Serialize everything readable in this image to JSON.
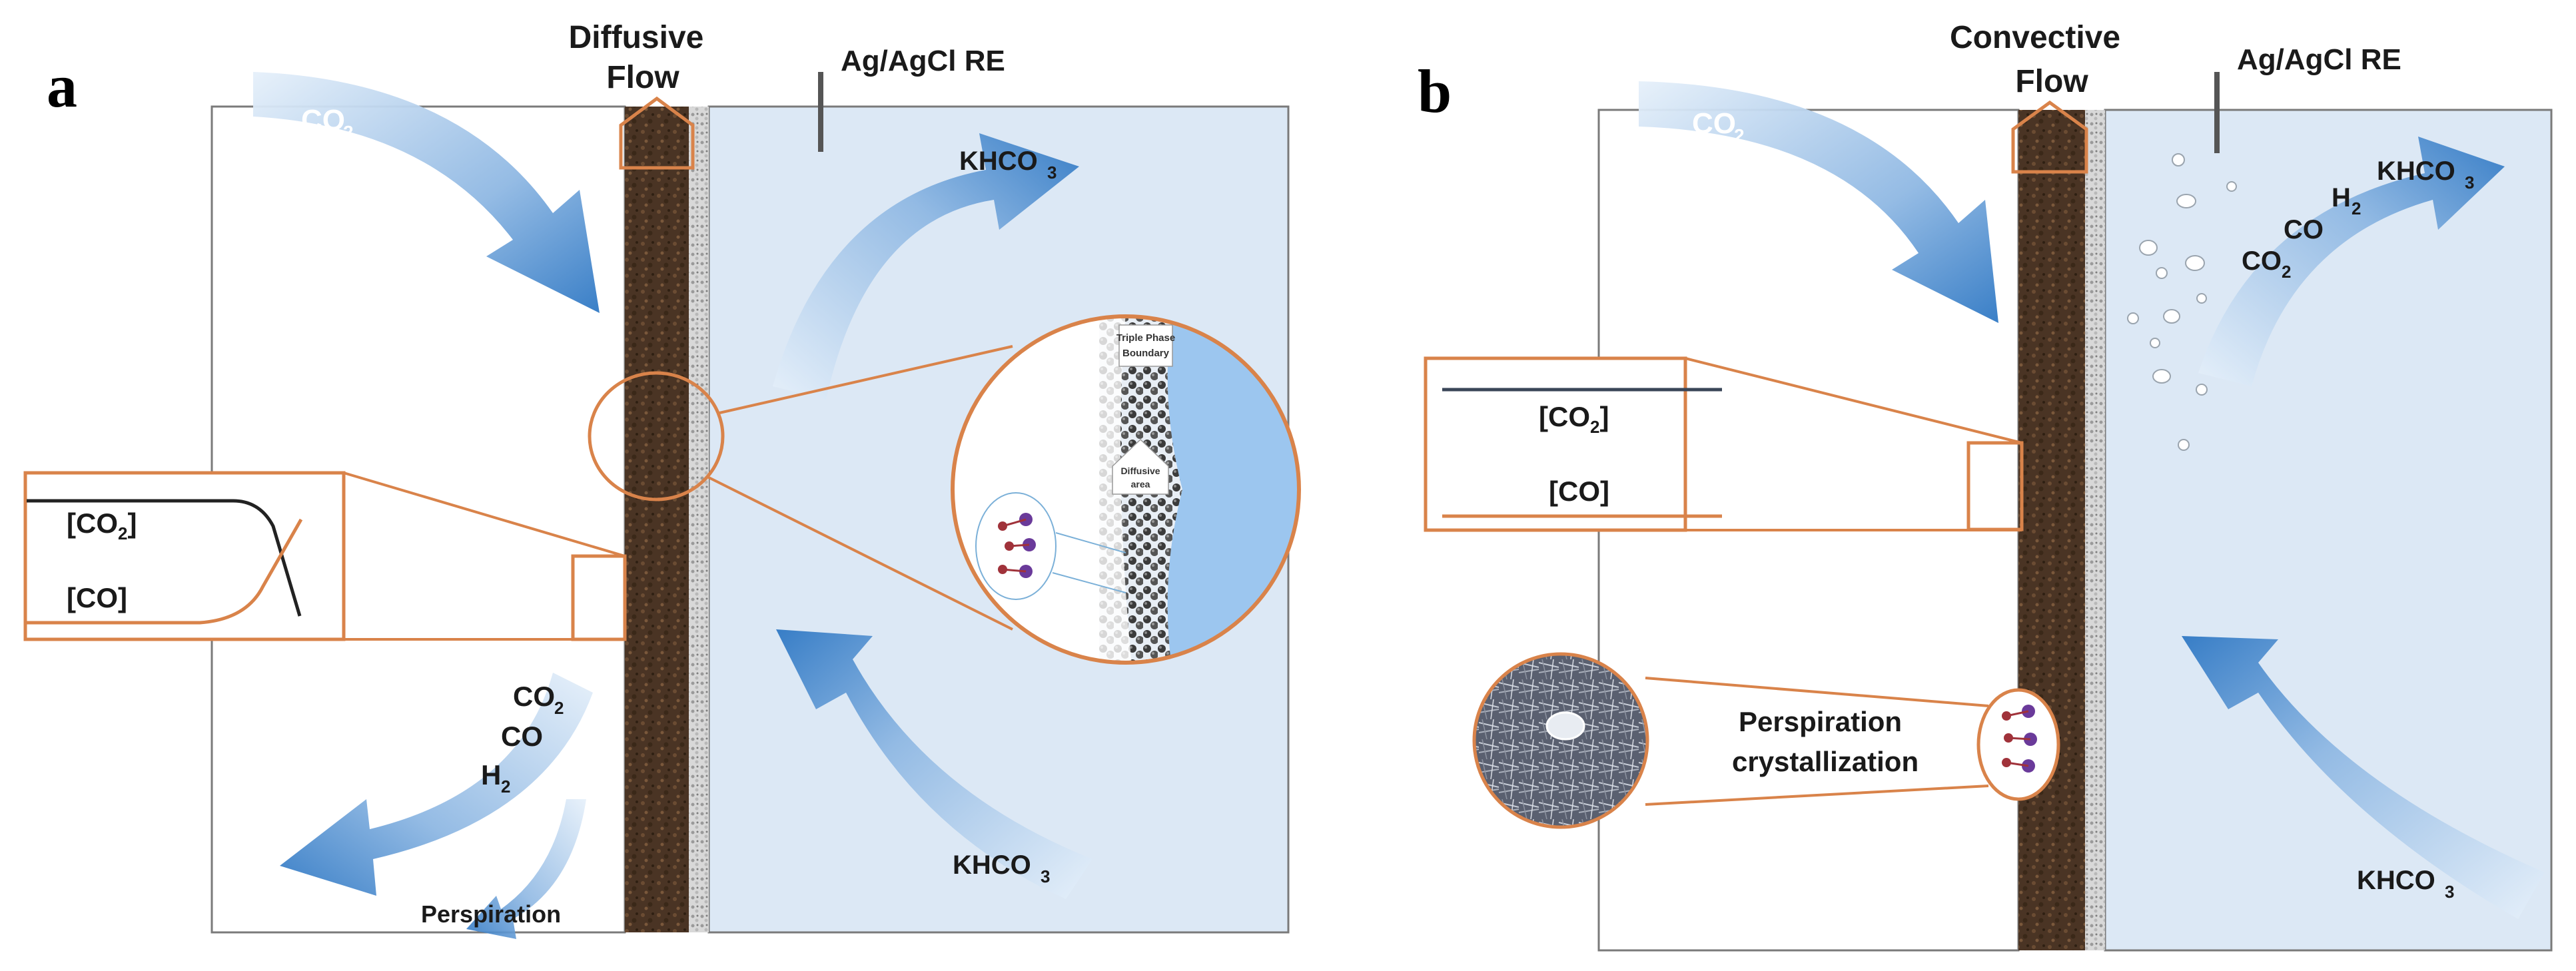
{
  "panels": [
    {
      "id": "a",
      "letter": "a",
      "flow_label_line1": "Diffusive",
      "flow_label_line2": "Flow",
      "reference_electrode": "Ag/AgCl RE",
      "gas_in": "CO",
      "gas_in_sub": "2",
      "electrolyte_out": "KHCO",
      "electrolyte_out_sub": "3",
      "electrolyte_in": "KHCO",
      "electrolyte_in_sub": "3",
      "conc_co2": "[CO",
      "conc_co2_sub": "2",
      "conc_co2_close": "]",
      "conc_co": "[CO]",
      "products": [
        {
          "text": "CO",
          "sub": "2"
        },
        {
          "text": "CO",
          "sub": ""
        },
        {
          "text": "H",
          "sub": "2"
        }
      ],
      "perspiration": "Perspiration",
      "zoom_triple_line1": "Triple Phase",
      "zoom_triple_line2": "Boundary",
      "zoom_diffusive_line1": "Diffusive",
      "zoom_diffusive_line2": "area"
    },
    {
      "id": "b",
      "letter": "b",
      "flow_label_line1": "Convective",
      "flow_label_line2": "Flow",
      "reference_electrode": "Ag/AgCl RE",
      "gas_in": "CO",
      "gas_in_sub": "2",
      "electrolyte_out": "KHCO",
      "electrolyte_out_sub": "3",
      "electrolyte_in": "KHCO",
      "electrolyte_in_sub": "3",
      "conc_co2": "[CO",
      "conc_co2_sub": "2",
      "conc_co2_close": "]",
      "conc_co": "[CO]",
      "products": [
        {
          "text": "CO",
          "sub": "2"
        },
        {
          "text": "CO",
          "sub": ""
        },
        {
          "text": "H",
          "sub": "2"
        }
      ],
      "crystallization_line1": "Perspiration",
      "crystallization_line2": "crystallization"
    }
  ],
  "colors": {
    "orange": "#d9834a",
    "electrolyte": "#dce8f5",
    "arrow_blue": "#5b9bd5",
    "gde_brown": "#4a3424",
    "co2_line": "#222222",
    "co_line": "#d9834a"
  }
}
